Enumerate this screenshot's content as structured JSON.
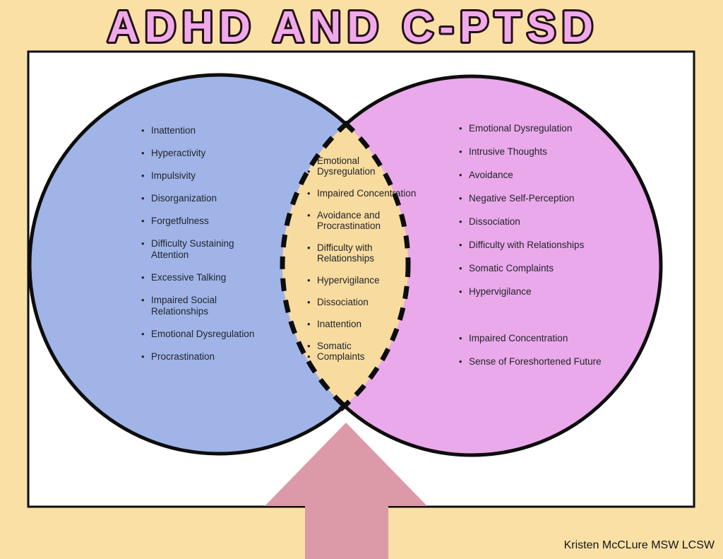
{
  "title": "ADHD AND C-PTSD",
  "credit": "Kristen McCLure MSW LCSW",
  "colors": {
    "background": "#FBE0A6",
    "panel": "#FFFFFF",
    "outline": "#0D0D0D",
    "left_circle": "#A0B4E8",
    "right_circle": "#EAA9EB",
    "overlap": "#F8DB9F",
    "arrow": "#DC99A8",
    "title_fill": "#F0A9E9",
    "title_outline": "#231019",
    "text": "#22252B"
  },
  "left_list": {
    "lines": [
      {
        "text": "Inattention",
        "bullet": true
      },
      {
        "text": "Hyperactivity",
        "bullet": true
      },
      {
        "text": "Impulsivity",
        "bullet": true
      },
      {
        "text": "Disorganization",
        "bullet": true
      },
      {
        "text": "Forgetfulness",
        "bullet": true
      },
      {
        "text": "Difficulty Sustaining",
        "bullet": true
      },
      {
        "text": "Attention",
        "bullet": false,
        "tight": true
      },
      {
        "text": "Excessive Talking",
        "bullet": true
      },
      {
        "text": "Impaired Social",
        "bullet": true
      },
      {
        "text": "Relationships",
        "bullet": false,
        "tight": true
      },
      {
        "text": "Emotional Dysregulation",
        "bullet": true
      },
      {
        "text": "Procrastination",
        "bullet": true
      }
    ]
  },
  "overlap_list": {
    "lines": [
      {
        "text": "Emotional",
        "bullet": false
      },
      {
        "text": "Dysregulation",
        "bullet": true,
        "tight": true
      },
      {
        "text": "Impaired Concentration",
        "bullet": true
      },
      {
        "text": "Avoidance and",
        "bullet": true
      },
      {
        "text": "Procrastination",
        "bullet": false,
        "tight": true
      },
      {
        "text": "Difficulty with",
        "bullet": true
      },
      {
        "text": "Relationships",
        "bullet": false,
        "tight": true
      },
      {
        "text": "Hypervigilance",
        "bullet": true
      },
      {
        "text": "Dissociation",
        "bullet": true
      },
      {
        "text": "Inattention",
        "bullet": true
      },
      {
        "text": "Somatic",
        "bullet": true
      },
      {
        "text": "Complaints",
        "bullet": true,
        "tight": true
      }
    ]
  },
  "right_list": {
    "lines": [
      {
        "text": "Emotional Dysregulation",
        "bullet": true
      },
      {
        "text": "Intrusive Thoughts",
        "bullet": true
      },
      {
        "text": "Avoidance",
        "bullet": true
      },
      {
        "text": "Negative Self-Perception",
        "bullet": true
      },
      {
        "text": "Dissociation",
        "bullet": true
      },
      {
        "text": "Difficulty with Relationships",
        "bullet": true
      },
      {
        "text": "Somatic Complaints",
        "bullet": true
      },
      {
        "text": "Hypervigilance",
        "bullet": true
      },
      {
        "text": "Impaired Concentration",
        "bullet": true,
        "gap": true
      },
      {
        "text": "Sense of Foreshortened Future",
        "bullet": true
      }
    ]
  }
}
